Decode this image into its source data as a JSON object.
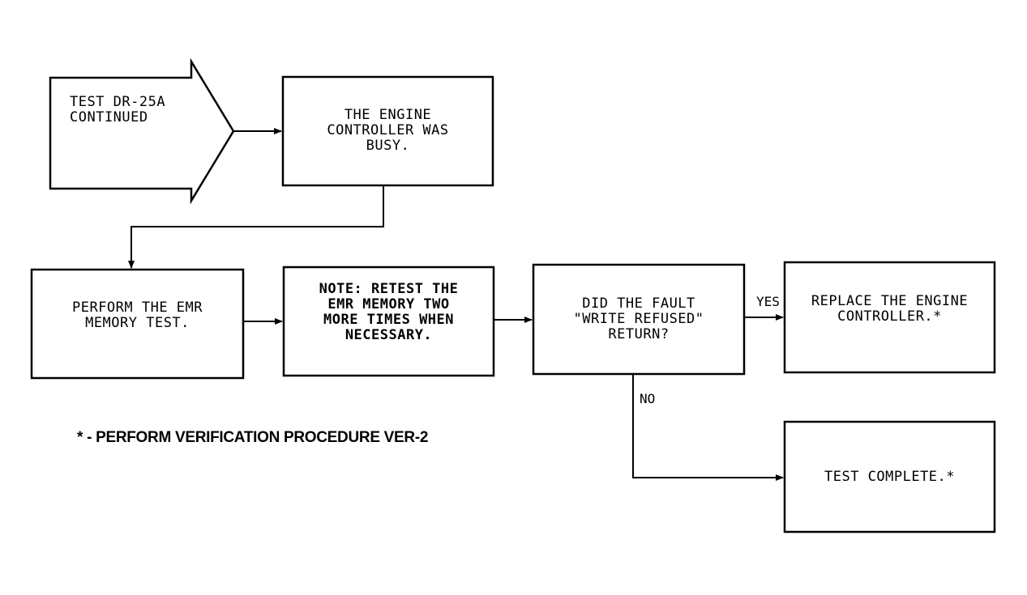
{
  "diagram": {
    "start_arrow": {
      "lines": "TEST DR-25A\nCONTINUED"
    },
    "nodes": {
      "controller_busy": "THE ENGINE\nCONTROLLER WAS\nBUSY.",
      "emr_test": "PERFORM THE EMR\nMEMORY TEST.",
      "note_retest": "NOTE: RETEST THE\nEMR MEMORY TWO\nMORE TIMES WHEN\nNECESSARY.",
      "fault_question": "DID THE FAULT\n\"WRITE REFUSED\"\nRETURN?",
      "replace_controller": "REPLACE THE ENGINE\nCONTROLLER.*",
      "test_complete": "TEST COMPLETE.*"
    },
    "edge_labels": {
      "yes": "YES",
      "no": "NO"
    },
    "footnote": "* - PERFORM VERIFICATION PROCEDURE VER-2"
  }
}
